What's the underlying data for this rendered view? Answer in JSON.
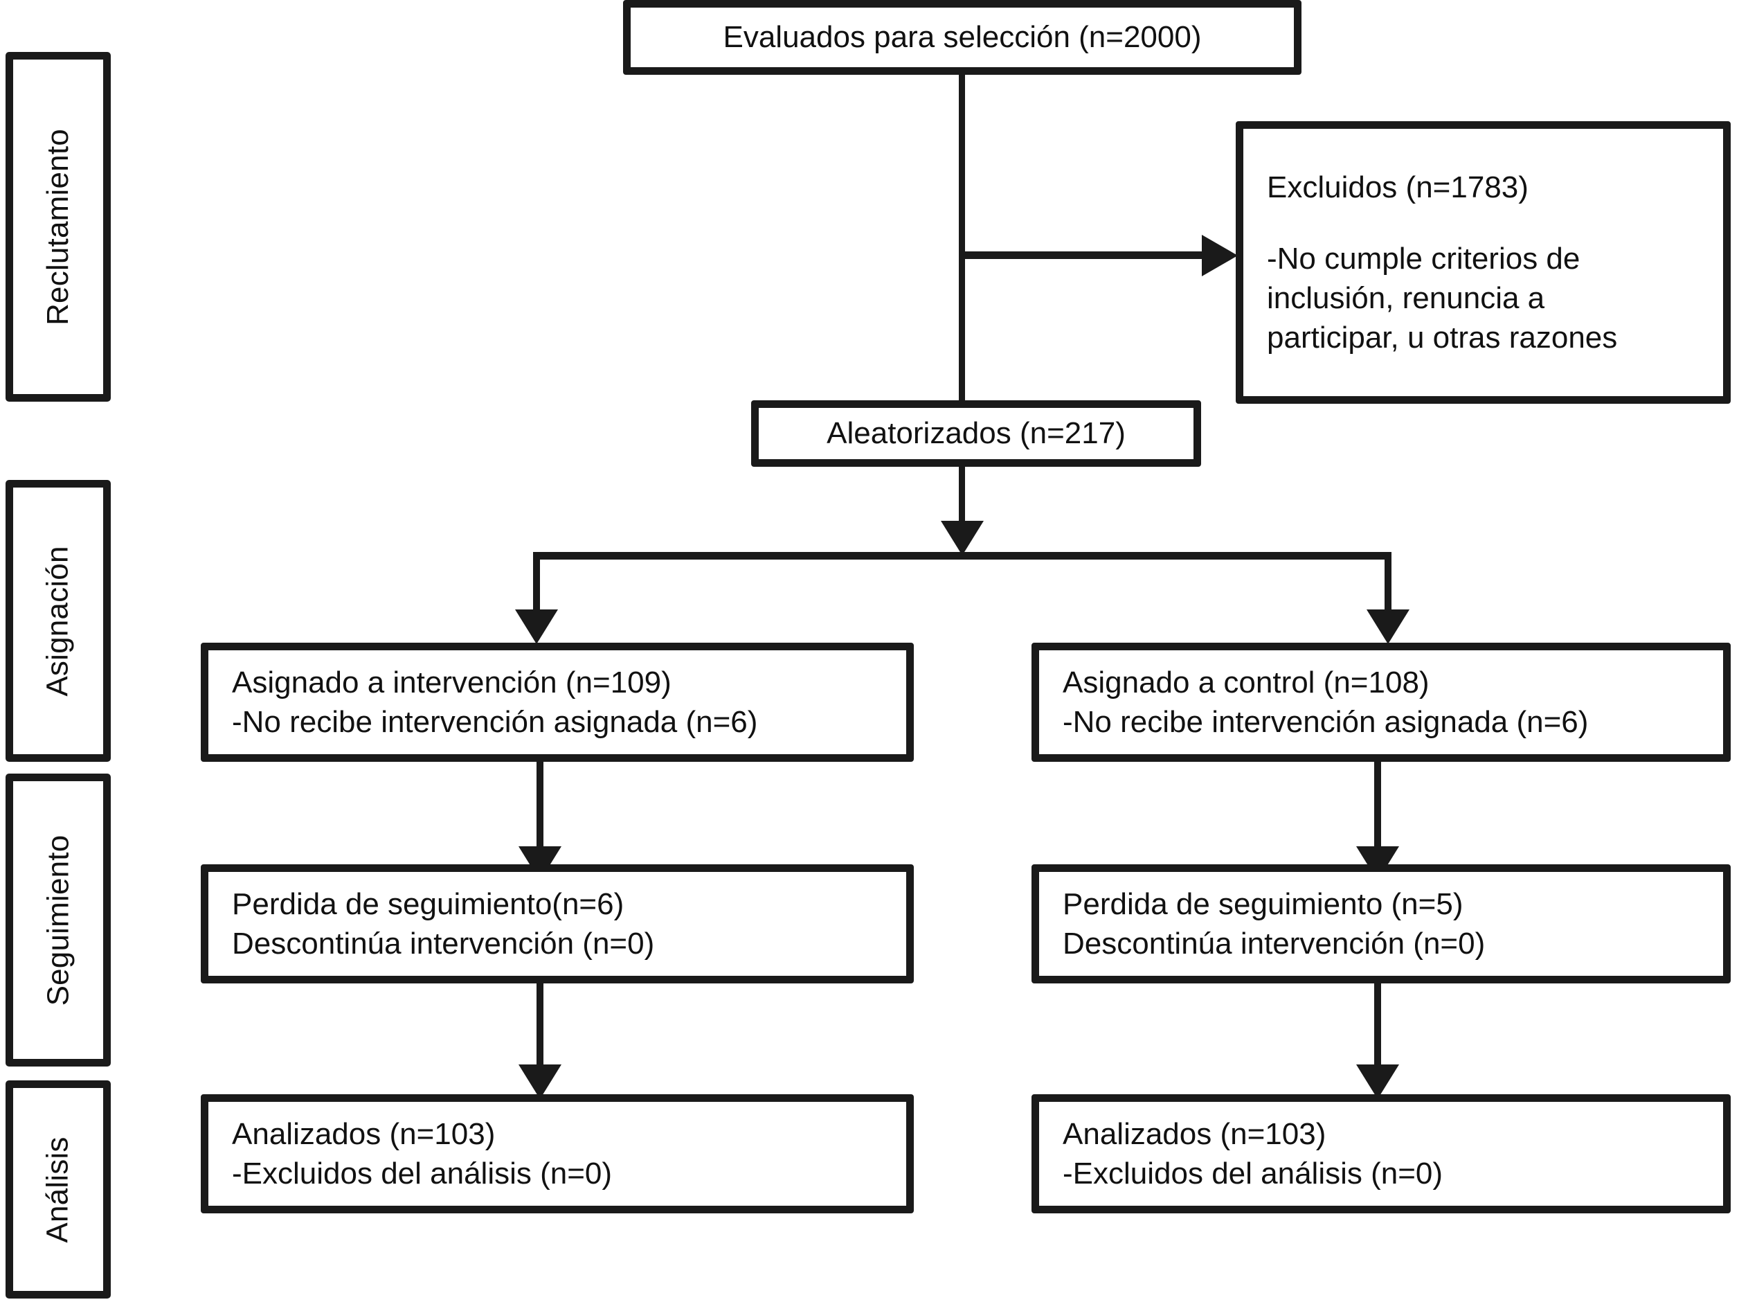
{
  "diagram": {
    "title": "CONSORT flow diagram",
    "language": "es",
    "colors": {
      "stroke": "#1a1a1a",
      "text": "#111111",
      "background": "#ffffff"
    }
  },
  "phases": [
    {
      "id": "reclutamiento",
      "label": "Reclutamiento"
    },
    {
      "id": "asignacion",
      "label": "Asignación"
    },
    {
      "id": "seguimiento",
      "label": "Seguimiento"
    },
    {
      "id": "analisis",
      "label": "Análisis"
    }
  ],
  "nodes": {
    "assessed": {
      "line1": "Evaluados para selección (n=2000)"
    },
    "excluded": {
      "line1": "Excluidos (n=1783)",
      "line2": "-No cumple criterios de",
      "line3": "inclusión, renuncia a",
      "line4": "participar, u otras razones"
    },
    "randomized": {
      "line1": "Aleatorizados (n=217)"
    },
    "allocation_intervention": {
      "line1": "Asignado a intervención (n=109)",
      "line2": "-No recibe intervención asignada (n=6)"
    },
    "allocation_control": {
      "line1": "Asignado a control (n=108)",
      "line2": "-No recibe intervención asignada (n=6)"
    },
    "followup_intervention": {
      "line1": "Perdida de seguimiento(n=6)",
      "line2": "Descontinúa intervención (n=0)"
    },
    "followup_control": {
      "line1": "Perdida de seguimiento (n=5)",
      "line2": "Descontinúa intervención (n=0)"
    },
    "analysis_intervention": {
      "line1": "Analizados (n=103)",
      "line2": "-Excluidos del análisis (n=0)"
    },
    "analysis_control": {
      "line1": "Analizados (n=103)",
      "line2": "-Excluidos del análisis (n=0)"
    }
  },
  "counts": {
    "assessed": 2000,
    "excluded": 1783,
    "randomized": 217,
    "intervention_allocated": 109,
    "control_allocated": 108,
    "intervention_not_received": 6,
    "control_not_received": 6,
    "intervention_lost": 6,
    "control_lost": 5,
    "intervention_discontinued": 0,
    "control_discontinued": 0,
    "intervention_analyzed": 103,
    "control_analyzed": 103,
    "intervention_excluded_from_analysis": 0,
    "control_excluded_from_analysis": 0
  }
}
